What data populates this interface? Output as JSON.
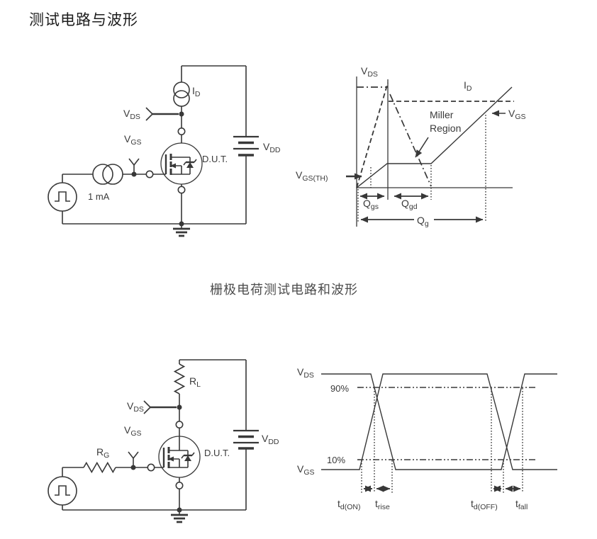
{
  "title": "测试电路与波形",
  "caption": "栅极电荷测试电路和波形",
  "colors": {
    "line": "#383838",
    "text": "#3a3a3a",
    "title": "#1c1c1c",
    "background": "#ffffff"
  },
  "gate_charge_circuit": {
    "id_source": {
      "main": "I",
      "sub": "D"
    },
    "vds_probe": {
      "main": "V",
      "sub": "DS"
    },
    "vgs_probe": {
      "main": "V",
      "sub": "GS"
    },
    "dut": "D.U.T.",
    "vdd": {
      "main": "V",
      "sub": "DD"
    },
    "pulse": "1 mA"
  },
  "gate_charge_waveform": {
    "vds": {
      "main": "V",
      "sub": "DS"
    },
    "id": {
      "main": "I",
      "sub": "D"
    },
    "vgs": {
      "main": "V",
      "sub": "GS"
    },
    "vgs_th": {
      "main": "V",
      "sub": "GS(TH)"
    },
    "miller_1": "Miller",
    "miller_2": "Region",
    "qgs": {
      "main": "Q",
      "sub": "gs"
    },
    "qgd": {
      "main": "Q",
      "sub": "gd"
    },
    "qg": {
      "main": "Q",
      "sub": "g"
    }
  },
  "switching_circuit": {
    "rl": {
      "main": "R",
      "sub": "L"
    },
    "vds_probe": {
      "main": "V",
      "sub": "DS"
    },
    "vgs_probe": {
      "main": "V",
      "sub": "GS"
    },
    "rg": {
      "main": "R",
      "sub": "G"
    },
    "dut": "D.U.T.",
    "vdd": {
      "main": "V",
      "sub": "DD"
    }
  },
  "switching_waveform": {
    "vds": {
      "main": "V",
      "sub": "DS"
    },
    "vgs": {
      "main": "V",
      "sub": "GS"
    },
    "p90": "90%",
    "p10": "10%",
    "td_on": {
      "main": "t",
      "sub": "d(ON)"
    },
    "t_rise": {
      "main": "t",
      "sub": "rise"
    },
    "td_off": {
      "main": "t",
      "sub": "d(OFF)"
    },
    "t_fall": {
      "main": "t",
      "sub": "fall"
    }
  }
}
